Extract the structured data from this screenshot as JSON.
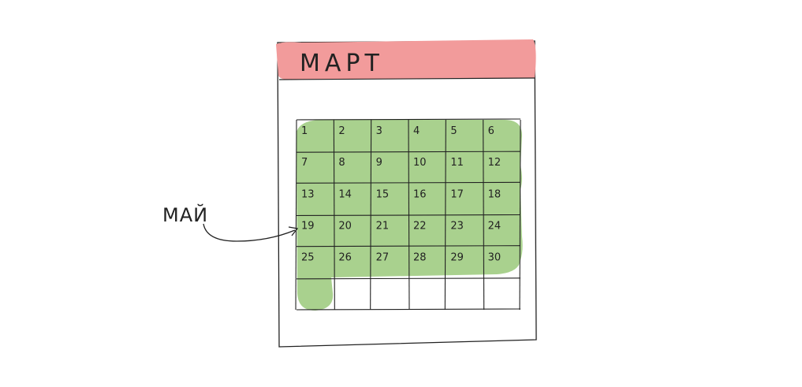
{
  "calendar": {
    "month": "МАРТ",
    "header_color": "#f29b9b",
    "highlight_color": "#a9d18e",
    "days": [
      1,
      2,
      3,
      4,
      5,
      6,
      7,
      8,
      9,
      10,
      11,
      12,
      13,
      14,
      15,
      16,
      17,
      18,
      19,
      20,
      21,
      22,
      23,
      24,
      25,
      26,
      27,
      28,
      29,
      30
    ],
    "columns": 6,
    "rows": 6
  },
  "annotation": {
    "label": "МАЙ"
  }
}
